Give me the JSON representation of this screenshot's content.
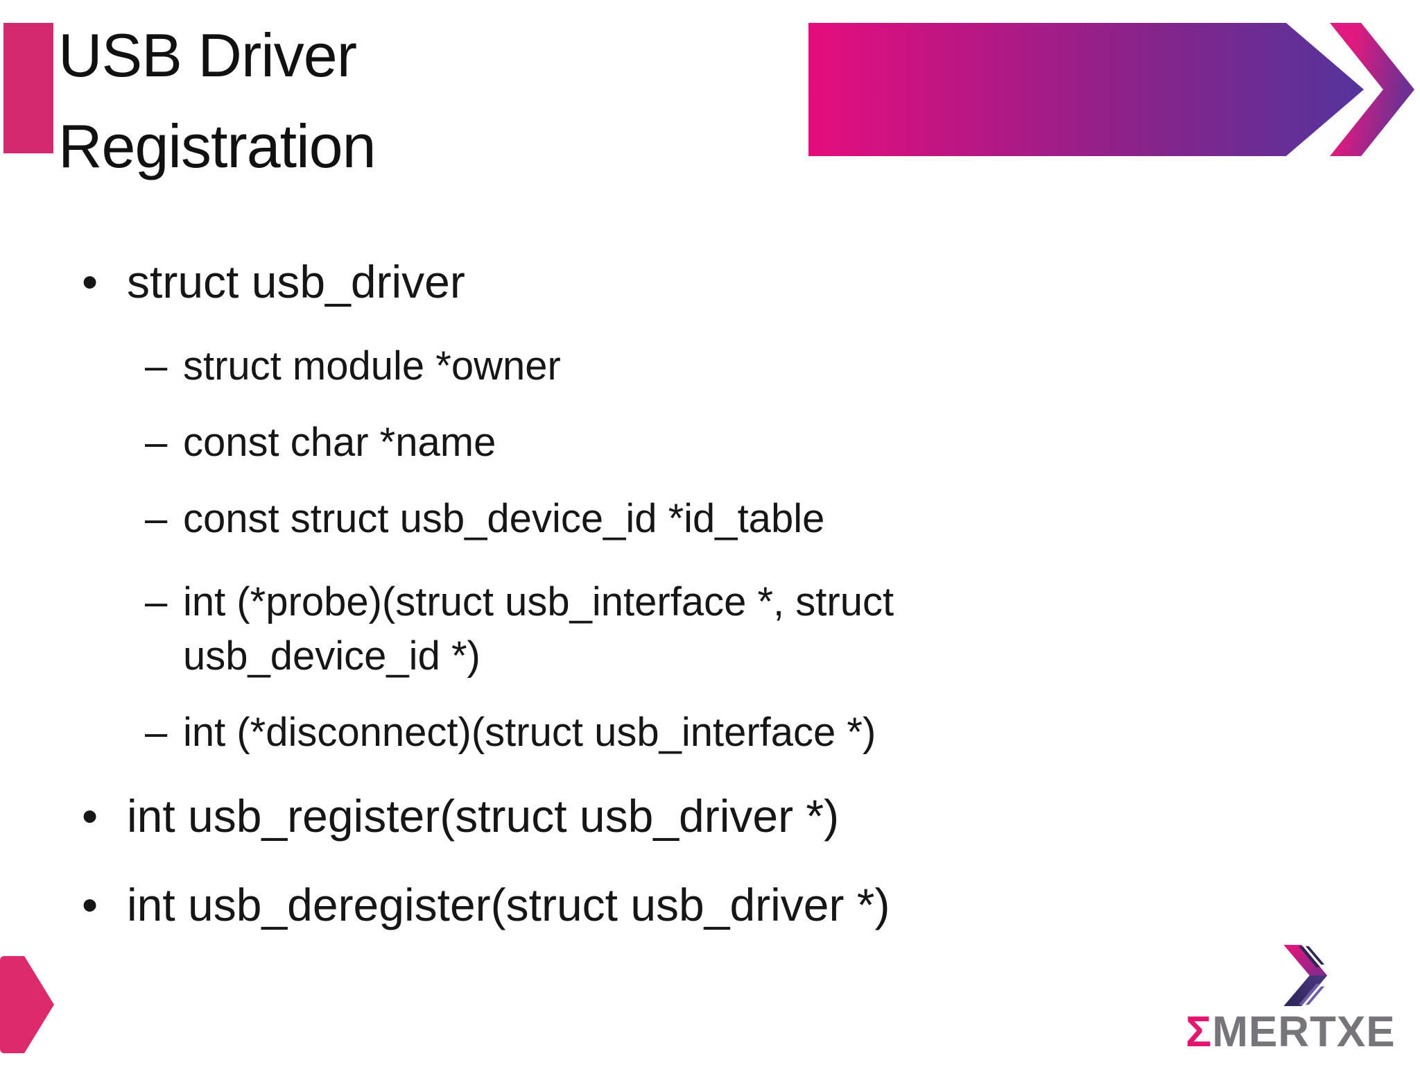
{
  "title": {
    "text": "USB Driver\nRegistration"
  },
  "decor": {
    "accent_color": "#d4286f",
    "banner_gradient_from": "#e60d7d",
    "banner_gradient_to": "#54349c",
    "corner_arrow_color": "#dd2a6d",
    "text_color": "#161616"
  },
  "content": {
    "bullet_char": "•",
    "dash_char": "–",
    "items": [
      {
        "level": 1,
        "text": "struct usb_driver"
      },
      {
        "level": 2,
        "text": "struct module *owner"
      },
      {
        "level": 2,
        "text": "const char *name"
      },
      {
        "level": 2,
        "text": "const struct usb_device_id *id_table"
      },
      {
        "level": 2,
        "text": "int (*probe)(struct usb_interface *, struct usb_device_id *)"
      },
      {
        "level": 2,
        "text": "int (*disconnect)(struct usb_interface *)"
      },
      {
        "level": 1,
        "text": "int usb_register(struct usb_driver *)"
      },
      {
        "level": 1,
        "text": "int usb_deregister(struct usb_driver *)"
      }
    ]
  },
  "logo": {
    "sigma": "Σ",
    "name": "MERTXE",
    "sigma_color": "#e3156f",
    "name_color": "#77757a"
  }
}
